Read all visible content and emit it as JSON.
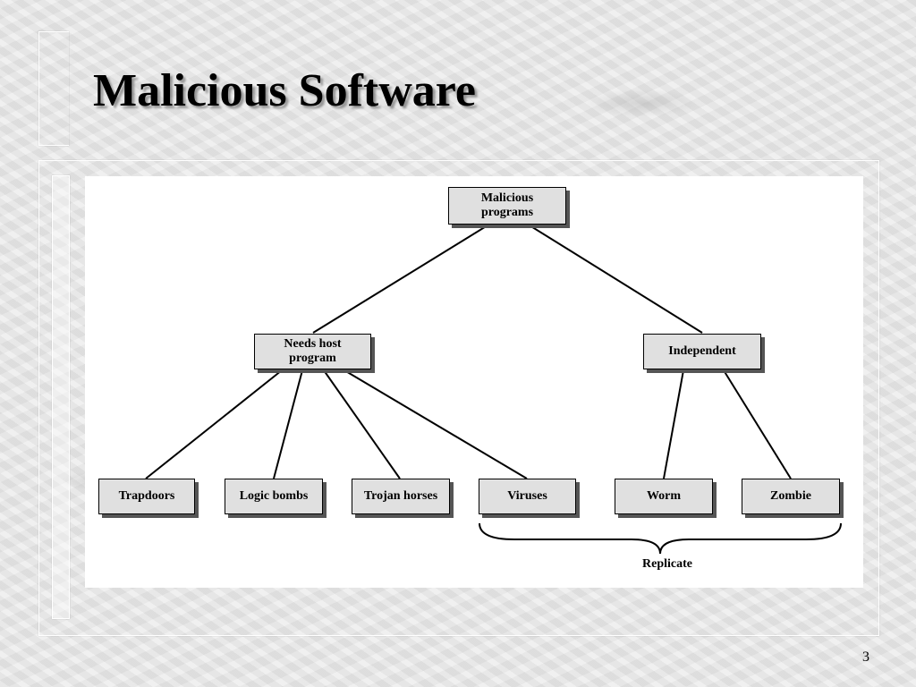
{
  "slide": {
    "title": "Malicious Software",
    "page_number": "3"
  },
  "diagram": {
    "root": "Malicious\nprograms",
    "host": "Needs host\nprogram",
    "independent": "Independent",
    "leaves": {
      "trapdoors": "Trapdoors",
      "logic_bombs": "Logic bombs",
      "trojan_horses": "Trojan horses",
      "viruses": "Viruses",
      "worm": "Worm",
      "zombie": "Zombie"
    },
    "brace_label": "Replicate"
  }
}
